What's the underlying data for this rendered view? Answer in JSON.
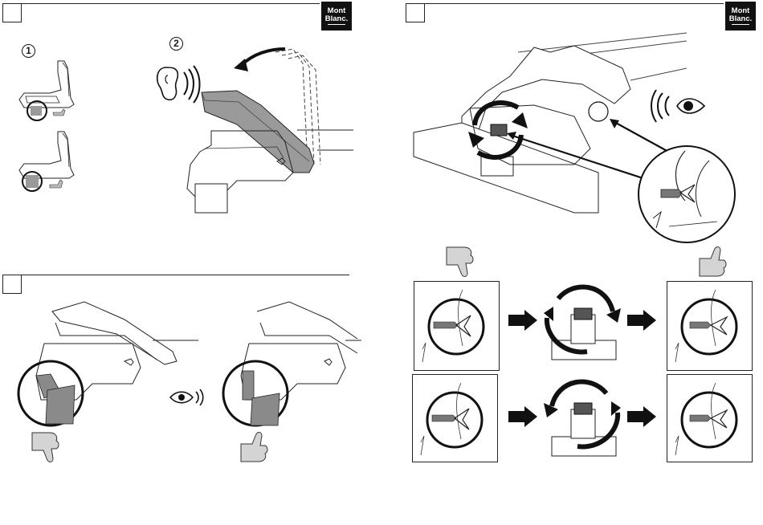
{
  "left": {
    "brand": {
      "line1": "Mont",
      "line2": "Blanc."
    },
    "markers": [
      "1",
      "2"
    ]
  },
  "right": {
    "brand": {
      "line1": "Mont",
      "line2": "Blanc."
    }
  },
  "icons": {
    "thumb_down": "thumb-down-icon",
    "thumb_up": "thumb-up-icon",
    "ear": "ear-icon",
    "eye": "eye-icon",
    "arrow_right": "arrow-right-icon",
    "rotate_cw": "rotate-clockwise-icon",
    "rotate_ccw": "rotate-counterclockwise-icon"
  },
  "colors": {
    "line": "#222222",
    "fill_grey": "#8a8a8a",
    "fill_light": "#c9c9c9",
    "brand_bg": "#111111"
  }
}
